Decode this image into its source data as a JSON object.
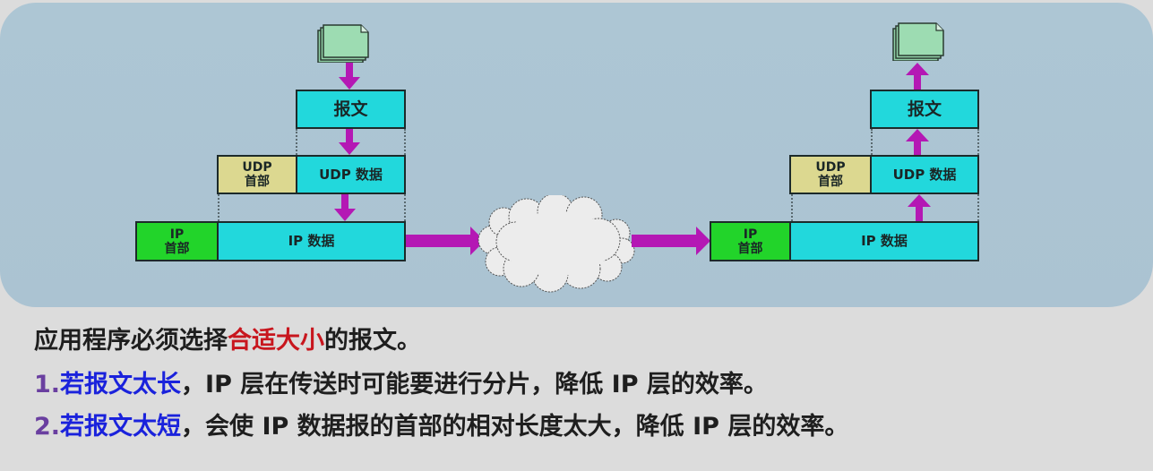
{
  "diagram": {
    "title": "UDP message encapsulation and decapsulation",
    "colors": {
      "panel_bg": "#adc6d4",
      "page_bg": "#dcdcdc",
      "data_box": "#22d8dc",
      "ip_header": "#22d42a",
      "udp_header": "#dcd890",
      "arrow": "#b418b4",
      "document": "#9ddcb2",
      "cloud": "#eeeeee"
    },
    "sender": {
      "message": "报文",
      "udp_header_line1": "UDP",
      "udp_header_line2": "首部",
      "udp_data": "UDP 数据",
      "ip_header_line1": "IP",
      "ip_header_line2": "首部",
      "ip_data": "IP 数据"
    },
    "receiver": {
      "message": "报文",
      "udp_header_line1": "UDP",
      "udp_header_line2": "首部",
      "udp_data": "UDP 数据",
      "ip_header_line1": "IP",
      "ip_header_line2": "首部",
      "ip_data": "IP 数据"
    },
    "network": "cloud-icon"
  },
  "text": {
    "line1": {
      "before": "应用程序必须选择",
      "highlight": "合适大小",
      "after": "的报文。"
    },
    "line2": {
      "number": "1.",
      "highlight": "若报文太长",
      "after": "，IP 层在传送时可能要进行分片，降低 IP 层的效率。"
    },
    "line3": {
      "number": "2.",
      "highlight": "若报文太短",
      "after": "，会使 IP 数据报的首部的相对长度太大，降低 IP 层的效率。"
    },
    "colors": {
      "highlight_red": "#c8161e",
      "highlight_blue": "#1a22dc",
      "number_purple": "#6a3fa0",
      "body": "#1e1e1e"
    }
  }
}
